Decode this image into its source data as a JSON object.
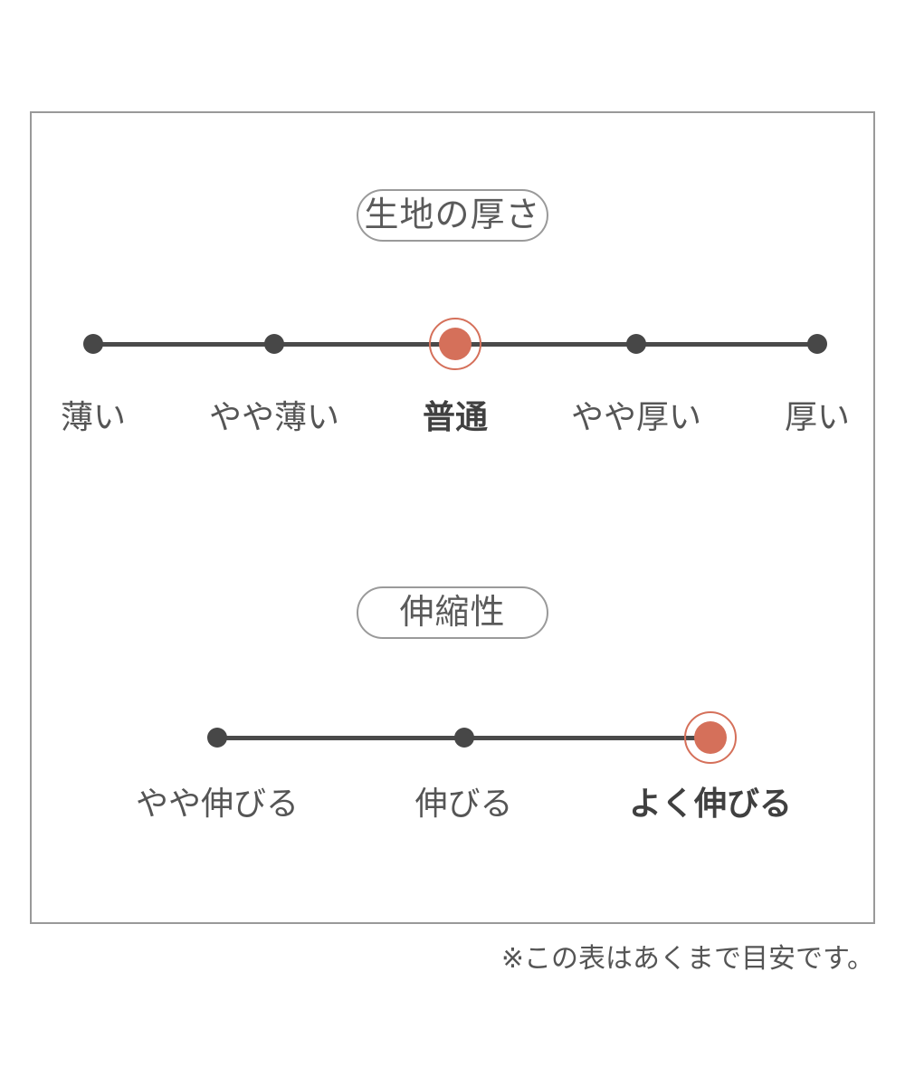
{
  "note": "※この表はあくまで目安です。",
  "colors": {
    "accent": "#d5705a",
    "dot_gray": "#474747",
    "line_gray": "#4a4a4a",
    "label_gray": "#555555",
    "selected_label": "#404040",
    "title_text": "#5a5a5a",
    "pill_border": "#9a9a9a",
    "frame_border": "#999999"
  },
  "chart_data": [
    {
      "type": "scale",
      "title": "生地の厚さ",
      "categories": [
        "薄い",
        "やや薄い",
        "普通",
        "やや厚い",
        "厚い"
      ],
      "selected_index": 2,
      "selected_value": "普通"
    },
    {
      "type": "scale",
      "title": "伸縮性",
      "categories": [
        "やや伸びる",
        "伸びる",
        "よく伸びる"
      ],
      "selected_index": 2,
      "selected_value": "よく伸びる"
    }
  ]
}
